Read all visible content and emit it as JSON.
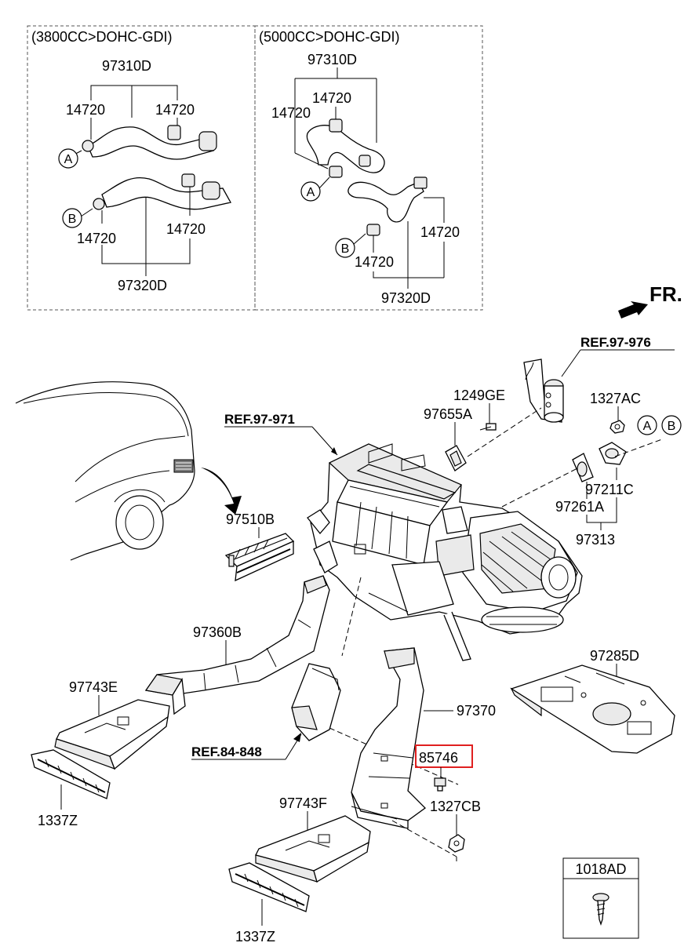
{
  "variants": {
    "left_title": "(3800CC>DOHC-GDI)",
    "right_title": "(5000CC>DOHC-GDI)"
  },
  "circles": {
    "a": "A",
    "b": "B"
  },
  "parts": {
    "hose_upper": "97310D",
    "hose_lower": "97320D",
    "clamp": "14720",
    "bracket": "1249GE",
    "grommet": "97655A",
    "nut": "1327AC",
    "seal": "97211C",
    "packing": "97261A",
    "set_kit": "97313",
    "center_vent": "97510B",
    "duct_left": "97360B",
    "vent_rear_left": "97743E",
    "grille": "1337Z",
    "duct_right": "97370",
    "highlighted_screw": "85746",
    "nut_lower": "1327CB",
    "vent_rear_right": "97743F",
    "cover": "97285D",
    "screw_box": "1018AD"
  },
  "refs": {
    "ref_976": "REF.97-976",
    "ref_971": "REF.97-971",
    "ref_848": "REF.84-848"
  },
  "fr_label": "FR.",
  "highlight_color": "#e02020"
}
